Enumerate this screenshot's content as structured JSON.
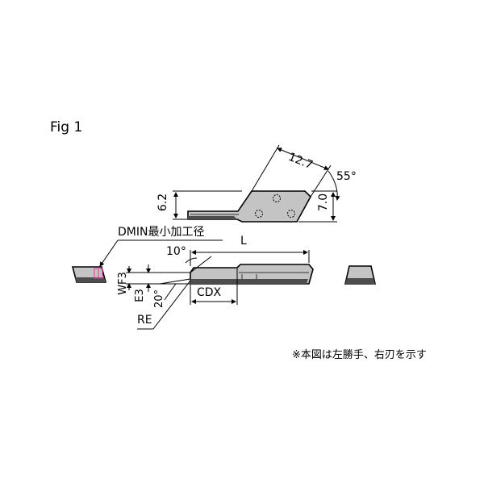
{
  "figure": {
    "title": "Fig 1",
    "note": "※本図は左勝手、右刃を示す"
  },
  "labels": {
    "dmin": "DMIN最小加工径",
    "length": "L",
    "angle_10": "10°",
    "angle_55": "55°",
    "angle_20": "20°",
    "cdx": "CDX",
    "re": "RE",
    "wf3": "WF3",
    "e3": "E3",
    "dim_6_2": "6.2",
    "dim_7_0": "7.0",
    "dim_12_7": "12.7"
  },
  "colors": {
    "ink": "#000000",
    "insert_fill": "#bdbdbd",
    "insert_dark": "#5a5a5a",
    "accent_pink": "#e040a0"
  }
}
